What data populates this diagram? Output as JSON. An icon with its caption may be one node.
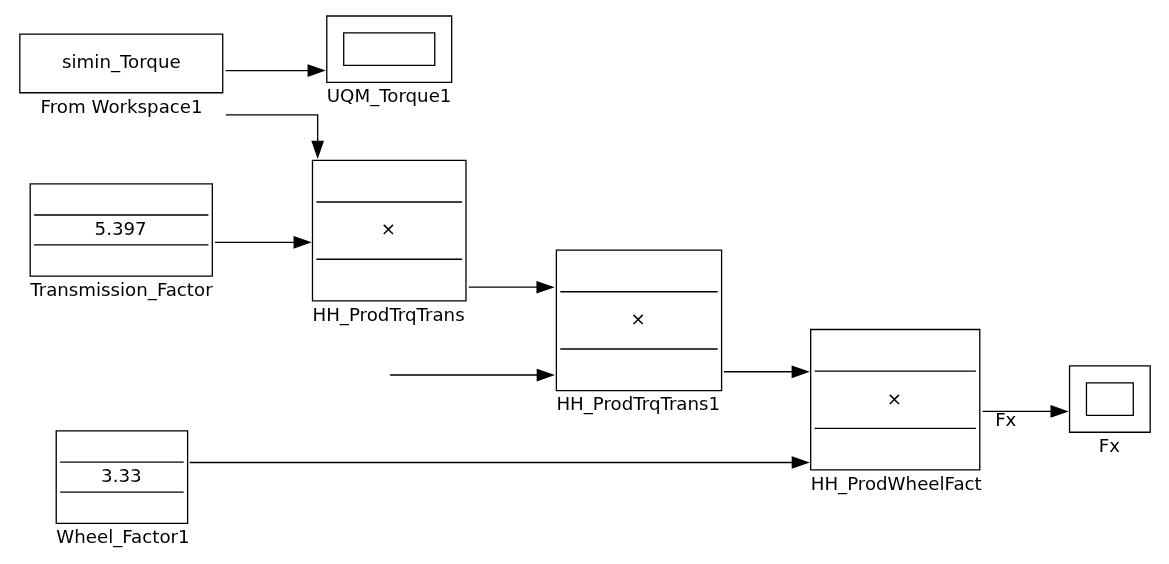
{
  "diagram": {
    "nodes": [
      {
        "text": [
          "simin_Torque",
          "From Workspace1"
        ]
      },
      {
        "text": [
          "UQM_Torque1"
        ]
      },
      {
        "text": [
          "×",
          "HH_ProdTrqTrans"
        ]
      },
      {
        "text": [
          "5.397",
          "Transmission_Factor"
        ]
      },
      {
        "text": [
          "×",
          "HH_ProdTrqTrans1"
        ]
      },
      {
        "text": [
          "3.33",
          "Wheel_Factor1"
        ]
      },
      {
        "text": [
          "×",
          "HH_ProdWheelFact"
        ]
      },
      {
        "text": [
          "Fx"
        ]
      }
    ],
    "edges": [
      {
        "from": 0,
        "to": 1,
        "arrow": "to"
      },
      {
        "from": 0,
        "to": 2,
        "arrow": "to"
      },
      {
        "from": 3,
        "to": 2,
        "arrow": "to"
      },
      {
        "from": null,
        "to": 4,
        "arrow": "to"
      },
      {
        "from": 2,
        "to": 4,
        "arrow": "to"
      },
      {
        "from": 4,
        "to": 6,
        "arrow": "to"
      },
      {
        "from": 5,
        "to": 6,
        "arrow": "to"
      },
      {
        "from": 6,
        "to": 7,
        "arrow": "to",
        "label": "Fx"
      }
    ]
  }
}
